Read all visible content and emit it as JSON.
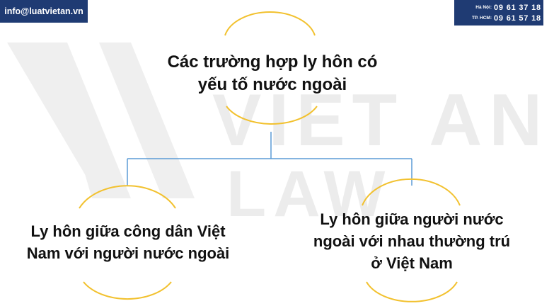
{
  "header": {
    "email": "info@luatvietan.vn",
    "phones": [
      {
        "city": "Hà Nội:",
        "number": "09 61 37 18 18"
      },
      {
        "city": "TP. HCM:",
        "number": "09 61 57 18 18"
      }
    ]
  },
  "watermark": {
    "line1": "VIET AN",
    "line2": "LAW",
    "color": "#ececec"
  },
  "diagram": {
    "root": {
      "line1": "Các trường hợp ly hôn có",
      "line2": "yếu tố nước ngoài"
    },
    "left": {
      "line1": "Ly hôn giữa công dân Việt",
      "line2": "Nam với người nước ngoài"
    },
    "right": {
      "line1": "Ly hôn giữa người nước",
      "line2": "ngoài với nhau thường trú",
      "line3": "ở Việt Nam"
    },
    "arc_color": "#f2c12e",
    "connector_color": "#5b9bd5"
  },
  "colors": {
    "header_bg": "#1f3b73",
    "text": "#111111"
  }
}
